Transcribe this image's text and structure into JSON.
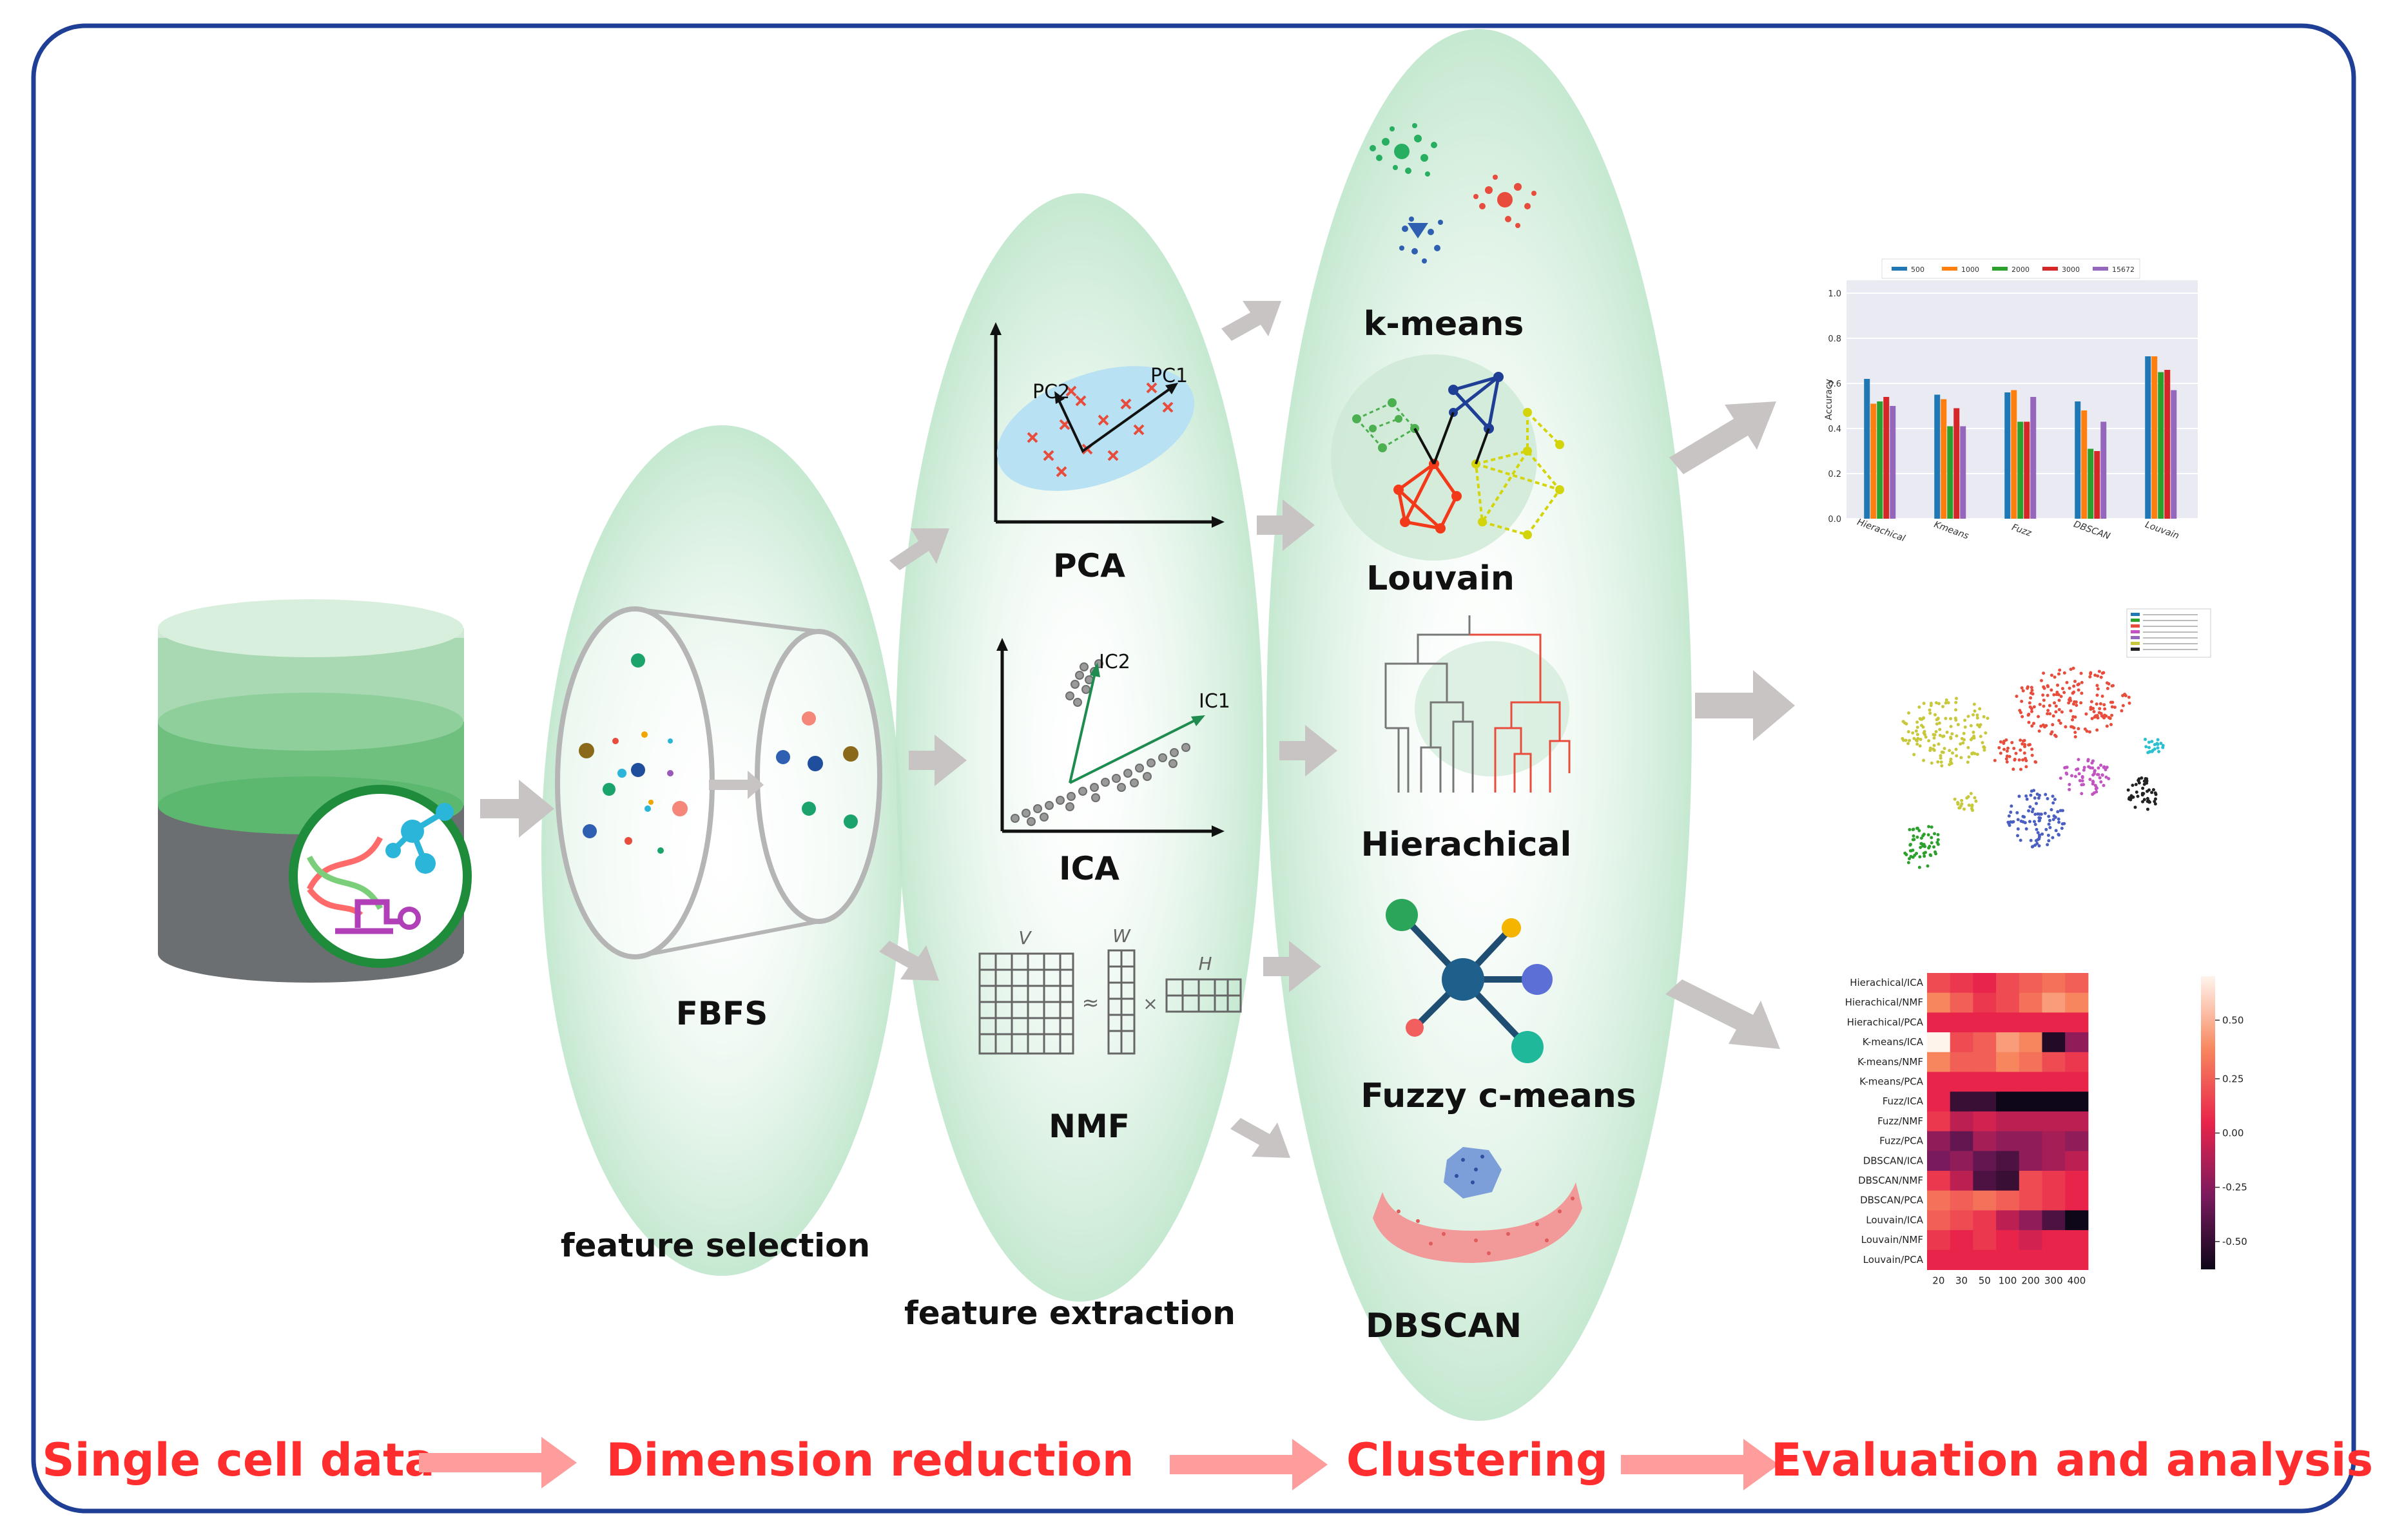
{
  "frame": {
    "border_color": "#1f3f96"
  },
  "colors": {
    "stage_label": "#ff2d2d",
    "stage_arrow": "#ff9c9c",
    "flow_arrow": "#c9c4c4",
    "ellipse_green": "#d6f0df"
  },
  "stages": {
    "single_cell": "Single cell data",
    "dimension_reduction": "Dimension reduction",
    "clustering": "Clustering",
    "evaluation": "Evaluation and analysis"
  },
  "feature_selection": {
    "method": "FBFS",
    "caption": "feature selection"
  },
  "feature_extraction": {
    "caption": "feature extraction",
    "pca": {
      "label": "PCA",
      "pc1": "PC1",
      "pc2": "PC2"
    },
    "ica": {
      "label": "ICA",
      "ic1": "IC1",
      "ic2": "IC2"
    },
    "nmf": {
      "label": "NMF",
      "v": "V",
      "w": "W",
      "h": "H",
      "approx": "≈",
      "times": "×"
    }
  },
  "clustering": {
    "kmeans": "k-means",
    "louvain": "Louvain",
    "hierarchical": "Hierachical",
    "fuzzy": "Fuzzy c-means",
    "dbscan": "DBSCAN"
  },
  "accuracy_chart": {
    "ylabel": "Accuracy",
    "legend": [
      "500",
      "1000",
      "2000",
      "3000",
      "15672"
    ],
    "series_colors": [
      "#1f77b4",
      "#ff7f0e",
      "#2ca02c",
      "#d62728",
      "#9467bd"
    ],
    "categories": [
      "Hierachical",
      "Kmeans",
      "Fuzz",
      "DBSCAN",
      "Louvain"
    ],
    "yticks": [
      "0.0",
      "0.2",
      "0.4",
      "0.6",
      "0.8",
      "1.0"
    ]
  },
  "heatmap": {
    "rows": [
      "Hierachical/ICA",
      "Hierachical/NMF",
      "Hierachical/PCA",
      "K-means/ICA",
      "K-means/NMF",
      "K-means/PCA",
      "Fuzz/ICA",
      "Fuzz/NMF",
      "Fuzz/PCA",
      "DBSCAN/ICA",
      "DBSCAN/NMF",
      "DBSCAN/PCA",
      "Louvain/ICA",
      "Louvain/NMF",
      "Louvain/PCA"
    ],
    "cols": [
      "20",
      "30",
      "50",
      "100",
      "200",
      "300",
      "400"
    ],
    "colorbar_ticks": [
      "0.50",
      "0.25",
      "0.00",
      "-0.25",
      "-0.50"
    ],
    "values": [
      [
        0.1,
        0.05,
        0.0,
        0.1,
        0.15,
        0.2,
        0.15
      ],
      [
        0.25,
        0.15,
        0.05,
        0.1,
        0.2,
        0.3,
        0.25
      ],
      [
        0.0,
        0.0,
        0.0,
        0.0,
        0.0,
        0.0,
        0.0
      ],
      [
        0.5,
        0.1,
        0.15,
        0.3,
        0.25,
        -0.45,
        -0.2
      ],
      [
        0.25,
        0.15,
        0.15,
        0.25,
        0.2,
        0.1,
        0.05
      ],
      [
        0.0,
        0.0,
        0.0,
        0.0,
        0.0,
        0.0,
        0.0
      ],
      [
        0.0,
        -0.4,
        -0.4,
        -0.6,
        -0.6,
        -0.6,
        -0.6
      ],
      [
        0.05,
        -0.1,
        -0.05,
        -0.1,
        -0.1,
        -0.1,
        -0.1
      ],
      [
        -0.2,
        -0.3,
        -0.15,
        -0.2,
        -0.2,
        -0.15,
        -0.2
      ],
      [
        -0.25,
        -0.2,
        -0.3,
        -0.35,
        -0.2,
        -0.15,
        -0.1
      ],
      [
        0.05,
        -0.1,
        -0.35,
        -0.4,
        0.1,
        0.05,
        0.0
      ],
      [
        0.2,
        0.15,
        0.2,
        0.15,
        0.1,
        0.05,
        0.0
      ],
      [
        0.15,
        0.1,
        0.05,
        -0.1,
        -0.2,
        -0.35,
        -0.5
      ],
      [
        0.05,
        0.0,
        0.05,
        0.0,
        -0.05,
        0.0,
        0.0
      ],
      [
        0.0,
        0.0,
        0.0,
        0.0,
        0.0,
        0.0,
        0.0
      ]
    ]
  }
}
